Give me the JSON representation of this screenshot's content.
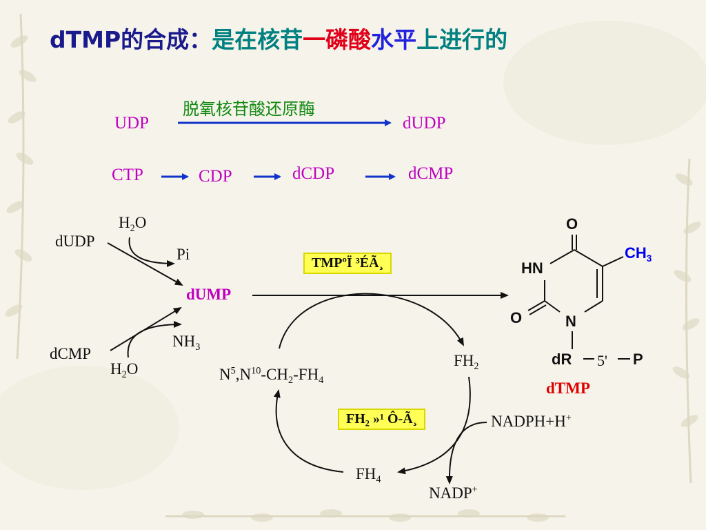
{
  "title": {
    "prefix": "dTMP的合成：",
    "p1": "是在",
    "p2": "核苷",
    "p3": "一磷酸",
    "p4": "水平",
    "p5": "上进行的"
  },
  "reaction1": {
    "enzyme": "脱氧核苷酸还原酶",
    "substrate": "UDP",
    "product": "dUDP"
  },
  "reaction2": {
    "items": [
      "CTP",
      "CDP",
      "dCDP",
      "dCMP"
    ]
  },
  "pathway": {
    "dudp": "dUDP",
    "h2o_top": "H",
    "h2o_top_sub": "2",
    "h2o_top_end": "O",
    "pi": "Pi",
    "dump": "dUMP",
    "nh3": "NH",
    "nh3_sub": "3",
    "dcmp": "dCMP",
    "h2o_bot": "H",
    "h2o_bot_sub": "2",
    "h2o_bot_end": "O",
    "tmp_enzyme": "TMPºÏ ³ÉÃ¸",
    "cofactor": {
      "a": "N",
      "a_sup": "5",
      "b": ",N",
      "b_sup": "10",
      "c": "-CH",
      "c_sub": "2",
      "d": "-FH",
      "d_sub": "4"
    },
    "fh2": "FH",
    "fh2_sub": "2",
    "fh4": "FH",
    "fh4_sub": "4",
    "fh2_enzyme_a": "FH",
    "fh2_enzyme_sub": "2",
    "fh2_enzyme_b": " »¹ Ô-Ã¸",
    "nadph": "NADPH+H",
    "nadph_sup": "+",
    "nadp": "NADP",
    "nadp_sup": "+"
  },
  "structure": {
    "o_top": "O",
    "hn": "HN",
    "ch3": "CH",
    "ch3_sub": "3",
    "o_left": "O",
    "n": "N",
    "dr": "dR",
    "pos": "5'",
    "p": "P",
    "name": "dTMP"
  },
  "colors": {
    "title_navy": "#1a1a8c",
    "title_teal": "#008080",
    "title_blue": "#2222dd",
    "title_red": "#e0001a",
    "nucleotide_magenta": "#c000c0",
    "enzyme_green": "#118811",
    "arrow_blue": "#1133cc",
    "highlight_yellow": "#ffff55",
    "dtmp_red": "#e00000",
    "ch3_blue": "#0000ee"
  }
}
